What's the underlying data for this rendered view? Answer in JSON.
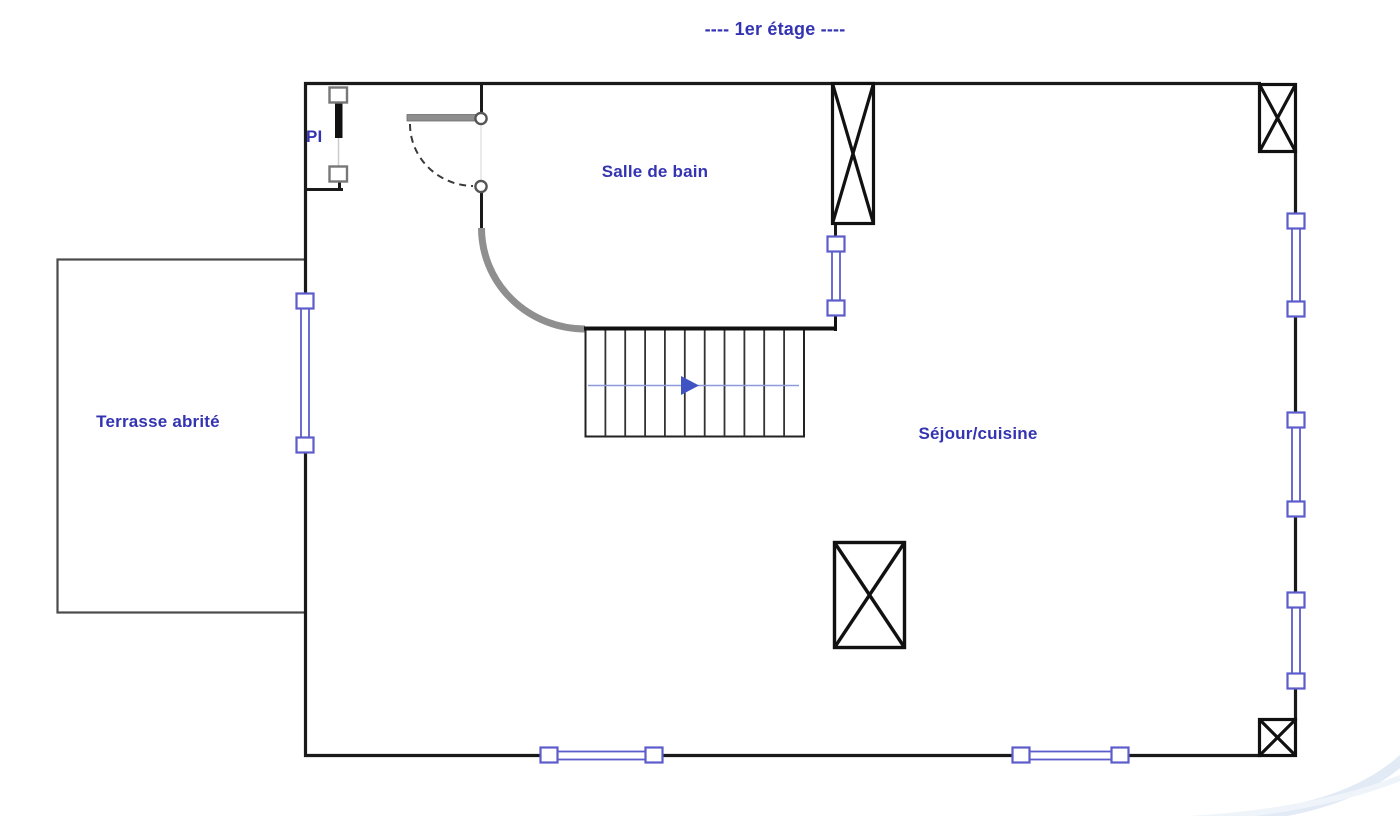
{
  "title": "----  1er étage  ----",
  "labels": {
    "floor_title": "----  1er étage  ----",
    "bathroom": "Salle de bain",
    "living_kitchen": "Séjour/cuisine",
    "terrace": "Terrasse abrité",
    "pi_closet": "PI"
  },
  "symbols": {
    "window_symbol": "double blue rails with square end posts",
    "chimney_flue_symbol": "rectangle crossed with X",
    "door_swing_symbol": "grey leaf with dashed quarter-circle swing arc",
    "stairs_symbol": "treaded run with blue direction arrow pointing right",
    "curved_wall_symbol": "thick grey quarter-round wall"
  },
  "colors": {
    "label_text": "#3434b2",
    "wall": "#1a1a1a",
    "window_blue": "#5c5ccc",
    "door_leaf_grey": "#8e8e8e",
    "curved_wall_grey": "#8f8f8f",
    "stair_direction_line": "#8c9bdc",
    "stair_arrow": "#4053c2",
    "terrace_border": "#4a4a4a",
    "watermark": "#ccdaed"
  }
}
